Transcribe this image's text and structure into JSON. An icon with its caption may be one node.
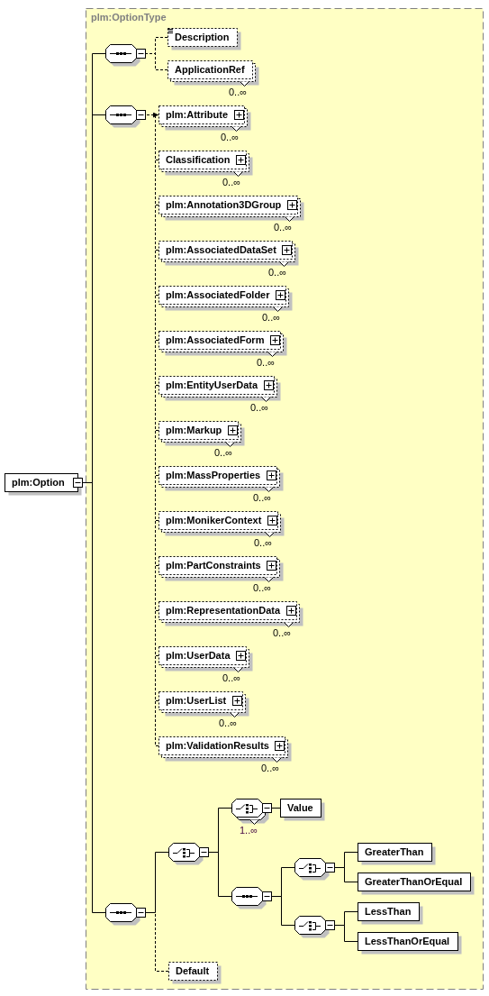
{
  "diagram": {
    "nodes": [
      {
        "text": [
          "plm:Option"
        ]
      },
      {
        "text": [
          "plm:OptionType"
        ]
      },
      {
        "text": [],
        "shape": "octagon",
        "in": 1
      },
      {
        "text": [
          "Description"
        ],
        "in": 1
      },
      {
        "text": [
          "ApplicationRef"
        ],
        "in": 1,
        "beside": [
          "0..∞"
        ]
      },
      {
        "text": [],
        "shape": "octagon",
        "in": 1
      },
      {
        "text": [
          "plm:Attribute"
        ],
        "in": 1,
        "beside": [
          "0..∞"
        ]
      },
      {
        "text": [
          "Classification"
        ],
        "in": 1,
        "beside": [
          "0..∞"
        ]
      },
      {
        "text": [
          "plm:Annotation3DGroup"
        ],
        "in": 1,
        "beside": [
          "0..∞"
        ]
      },
      {
        "text": [
          "plm:AssociatedDataSet"
        ],
        "in": 1,
        "beside": [
          "0..∞"
        ]
      },
      {
        "text": [
          "plm:AssociatedFolder"
        ],
        "in": 1,
        "beside": [
          "0..∞"
        ]
      },
      {
        "text": [
          "plm:AssociatedForm"
        ],
        "in": 1,
        "beside": [
          "0..∞"
        ]
      },
      {
        "text": [
          "plm:EntityUserData"
        ],
        "in": 1,
        "beside": [
          "0..∞"
        ]
      },
      {
        "text": [
          "plm:Markup"
        ],
        "in": 1,
        "beside": [
          "0..∞"
        ]
      },
      {
        "text": [
          "plm:MassProperties"
        ],
        "in": 1,
        "beside": [
          "0..∞"
        ]
      },
      {
        "text": [
          "plm:MonikerContext"
        ],
        "in": 1,
        "beside": [
          "0..∞"
        ]
      },
      {
        "text": [
          "plm:PartConstraints"
        ],
        "in": 1,
        "beside": [
          "0..∞"
        ]
      },
      {
        "text": [
          "plm:RepresentationData"
        ],
        "in": 1,
        "beside": [
          "0..∞"
        ]
      },
      {
        "text": [
          "plm:UserData"
        ],
        "in": 1,
        "beside": [
          "0..∞"
        ]
      },
      {
        "text": [
          "plm:UserList"
        ],
        "in": 1,
        "beside": [
          "0..∞"
        ]
      },
      {
        "text": [
          "plm:ValidationResults"
        ],
        "in": 1,
        "beside": [
          "0..∞"
        ]
      },
      {
        "text": [],
        "shape": "octagon",
        "in": 1
      },
      {
        "text": [],
        "shape": "octagon",
        "in": 1
      },
      {
        "text": [],
        "shape": "octagon",
        "in": 1,
        "beside": [
          "1..∞"
        ]
      },
      {
        "text": [
          "Value"
        ],
        "in": 1
      },
      {
        "text": [],
        "shape": "octagon",
        "in": 1
      },
      {
        "text": [],
        "shape": "octagon",
        "in": 1
      },
      {
        "text": [
          "GreaterThan"
        ],
        "in": 1
      },
      {
        "text": [
          "GreaterThanOrEqual"
        ],
        "in": 1
      },
      {
        "text": [],
        "shape": "octagon",
        "in": 1
      },
      {
        "text": [
          "LessThan"
        ],
        "in": 1
      },
      {
        "text": [
          "LessThanOrEqual"
        ],
        "in": 1
      },
      {
        "text": [
          "Default"
        ],
        "in": 1
      }
    ],
    "edges": [
      {
        "from": 0,
        "to": 2,
        "arrow": "none"
      },
      {
        "from": 0,
        "to": 5,
        "arrow": "none"
      },
      {
        "from": 0,
        "to": 21,
        "arrow": "none"
      },
      {
        "from": 2,
        "to": 3,
        "arrow": "none",
        "style": "dashed"
      },
      {
        "from": 2,
        "to": 4,
        "arrow": "none",
        "style": "dashed"
      },
      {
        "from": 5,
        "to": 6,
        "arrow": "to",
        "style": "dashed"
      },
      {
        "from": 5,
        "to": 7,
        "arrow": "none",
        "style": "dashed"
      },
      {
        "from": 5,
        "to": 8,
        "arrow": "none",
        "style": "dashed"
      },
      {
        "from": 5,
        "to": 9,
        "arrow": "none",
        "style": "dashed"
      },
      {
        "from": 5,
        "to": 10,
        "arrow": "none",
        "style": "dashed"
      },
      {
        "from": 5,
        "to": 11,
        "arrow": "none",
        "style": "dashed"
      },
      {
        "from": 5,
        "to": 12,
        "arrow": "none",
        "style": "dashed"
      },
      {
        "from": 5,
        "to": 13,
        "arrow": "none",
        "style": "dashed"
      },
      {
        "from": 5,
        "to": 14,
        "arrow": "none",
        "style": "dashed"
      },
      {
        "from": 5,
        "to": 15,
        "arrow": "none",
        "style": "dashed"
      },
      {
        "from": 5,
        "to": 16,
        "arrow": "none",
        "style": "dashed"
      },
      {
        "from": 5,
        "to": 17,
        "arrow": "none",
        "style": "dashed"
      },
      {
        "from": 5,
        "to": 18,
        "arrow": "none",
        "style": "dashed"
      },
      {
        "from": 5,
        "to": 19,
        "arrow": "none",
        "style": "dashed"
      },
      {
        "from": 5,
        "to": 20,
        "arrow": "none",
        "style": "dashed"
      },
      {
        "from": 21,
        "to": 22,
        "arrow": "none"
      },
      {
        "from": 21,
        "to": 32,
        "arrow": "none",
        "style": "dashed"
      },
      {
        "from": 22,
        "to": 23,
        "arrow": "none"
      },
      {
        "from": 22,
        "to": 25,
        "arrow": "none"
      },
      {
        "from": 23,
        "to": 24,
        "arrow": "none"
      },
      {
        "from": 25,
        "to": 26,
        "arrow": "none"
      },
      {
        "from": 25,
        "to": 29,
        "arrow": "none"
      },
      {
        "from": 26,
        "to": 27,
        "arrow": "none"
      },
      {
        "from": 26,
        "to": 28,
        "arrow": "none"
      },
      {
        "from": 29,
        "to": 30,
        "arrow": "none"
      },
      {
        "from": 29,
        "to": 31,
        "arrow": "none"
      }
    ]
  }
}
